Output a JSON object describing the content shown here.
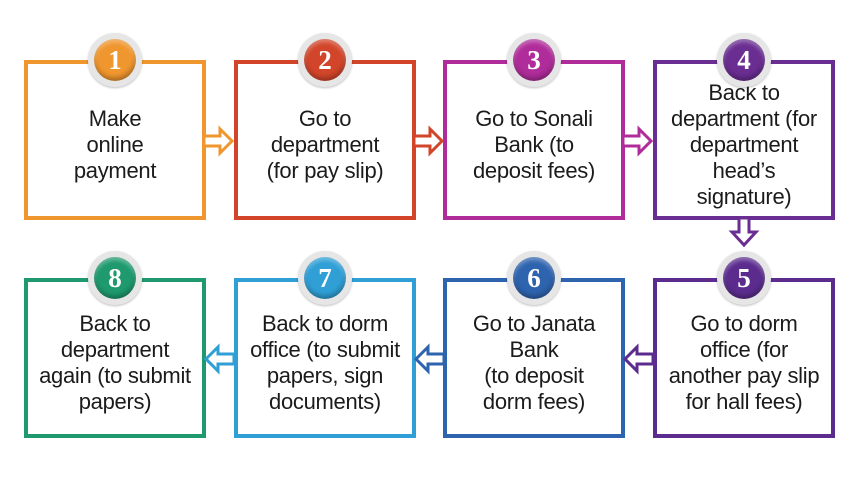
{
  "steps": [
    {
      "number": "1",
      "text": "Make\nonline\npayment",
      "color": "#F0962E"
    },
    {
      "number": "2",
      "text": "Go to\ndepartment\n(for pay slip)",
      "color": "#D2452A"
    },
    {
      "number": "3",
      "text": "Go to Sonali\nBank (to\ndeposit fees)",
      "color": "#B02C9A"
    },
    {
      "number": "4",
      "text": "Back to\ndepartment (for\ndepartment\nhead’s signature)",
      "color": "#6A2D91"
    },
    {
      "number": "5",
      "text": "Go to dorm\noffice (for\nanother pay slip\nfor hall fees)",
      "color": "#5B2C8E"
    },
    {
      "number": "6",
      "text": "Go to Janata\nBank\n(to deposit\ndorm fees)",
      "color": "#2E63AE"
    },
    {
      "number": "7",
      "text": "Back to dorm\noffice (to submit\npapers, sign\ndocuments)",
      "color": "#2F9FD6"
    },
    {
      "number": "8",
      "text": "Back to\ndepartment\nagain (to submit\npapers)",
      "color": "#1E9A6E"
    }
  ],
  "connectors": [
    {
      "from": "1",
      "to": "2",
      "direction": "right",
      "color": "#F0962E"
    },
    {
      "from": "2",
      "to": "3",
      "direction": "right",
      "color": "#D2452A"
    },
    {
      "from": "3",
      "to": "4",
      "direction": "right",
      "color": "#B02C9A"
    },
    {
      "from": "4",
      "to": "5",
      "direction": "down",
      "color": "#6A2D91"
    },
    {
      "from": "5",
      "to": "6",
      "direction": "left",
      "color": "#5B2C8E"
    },
    {
      "from": "6",
      "to": "7",
      "direction": "left",
      "color": "#2E63AE"
    },
    {
      "from": "7",
      "to": "8",
      "direction": "left",
      "color": "#2F9FD6"
    }
  ]
}
